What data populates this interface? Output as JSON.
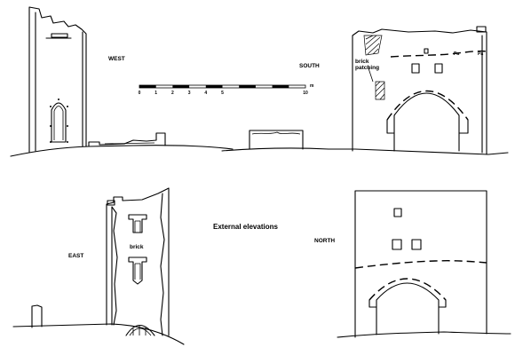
{
  "labels": {
    "west": "WEST",
    "south": "SOUTH",
    "east": "EAST",
    "north": "NORTH",
    "title": "External  elevations",
    "brick_patching_1": "brick",
    "brick_patching_2": "patching",
    "brick_east": "brick",
    "pa_1": "Pa",
    "pa_2": "Pa",
    "scale_unit": "m"
  },
  "scale_bar": {
    "ticks": [
      "0",
      "1",
      "2",
      "3",
      "4",
      "5",
      "",
      "",
      "",
      "",
      "10"
    ]
  }
}
